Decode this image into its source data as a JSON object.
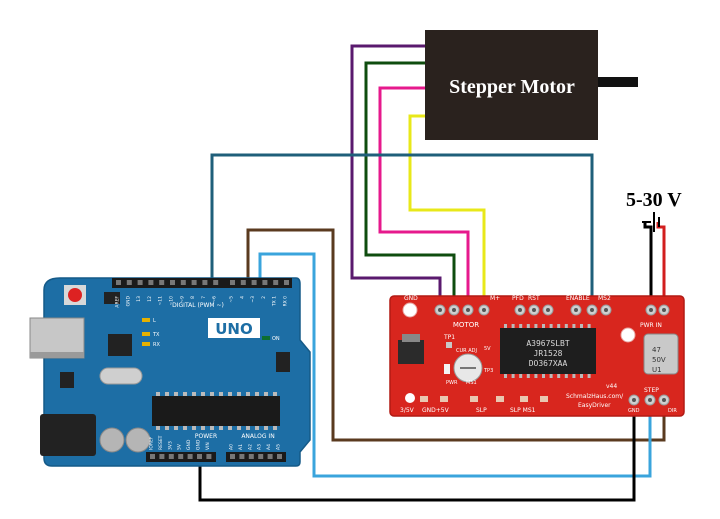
{
  "motor": {
    "label": "Stepper Motor"
  },
  "power": {
    "label": "5-30 V"
  },
  "arduino": {
    "model": "UNO",
    "digital_header": "DIGITAL (PWM ~)",
    "power_header": "POWER",
    "analog_header": "ANALOG IN",
    "digital_pins": [
      "AREF",
      "GND",
      "13",
      "12",
      "~11",
      "~10",
      "~9",
      "8",
      "7",
      "~6",
      "~5",
      "4",
      "~3",
      "2",
      "TX 1",
      "RX 0"
    ],
    "power_pins": [
      "IOREF",
      "RESET",
      "3V3",
      "5V",
      "GND",
      "GND",
      "VIN"
    ],
    "analog_pins": [
      "A0",
      "A1",
      "A2",
      "A3",
      "A4",
      "A5"
    ],
    "led_labels": [
      "L",
      "TX",
      "RX",
      "ON"
    ]
  },
  "driver": {
    "chip_lines": [
      "A3967SLBT",
      "JR1528",
      "DO367XAA"
    ],
    "motor_label": "MOTOR",
    "pfd_label": "PFD",
    "rst_label": "RST",
    "enable_label": "ENABLE",
    "ms2_label": "MS2",
    "gnd_label": "GND",
    "m_plus_label": "M+",
    "pwr_in_label": "PWR IN",
    "tp1_label": "TP1",
    "cur_adj_label": "CUR ADJ",
    "pwr_label": "PWR",
    "ms1_label": "MS1",
    "v5_label": "5V",
    "tp3_label": "TP3",
    "bottom_left": "3/5V",
    "gnd5v_label": "GND+5V",
    "slp_label": "SLP",
    "slp_ms1_label": "SLP MS1",
    "credit_1": "SchmalzHaus.com/",
    "credit_2": "EasyDriver",
    "version": "v44",
    "step_label": "STEP",
    "dir_label": "DIR",
    "gnd_bottom_label": "GND",
    "cap_lines": [
      "47",
      "50V",
      "U1"
    ]
  },
  "wires": {
    "motor_a": "#5a1a6e",
    "motor_b": "#0f4d0f",
    "motor_c": "#e6198c",
    "motor_d": "#e8e81a",
    "dir": "#1f5f7a",
    "step": "#5a3a1f",
    "sleep": "#3aa4dc",
    "ground": "#000000",
    "supply_neg": "#000000",
    "supply_pos": "#d21e1e"
  }
}
